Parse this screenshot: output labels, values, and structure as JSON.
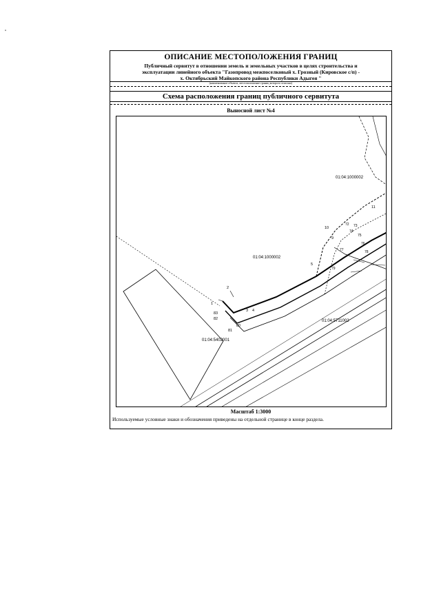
{
  "document": {
    "title": "ОПИСАНИЕ МЕСТОПОЛОЖЕНИЯ ГРАНИЦ",
    "subtitle_line1": "Публичный сервитут в отношении земель и земельных участков в целях строительства и",
    "subtitle_line2": "эксплуатации линейного объекта \"Газопровод межпоселковый х. Грозный (Кировское с/п) -",
    "subtitle_line3": "х. Октябрьский Майкопского района Республики Адыгея \"",
    "object_note": "(наименование объекта, местоположение границ которого описано)",
    "schema_title": "Схема расположения границ публичного сервитута",
    "sheet_label": "Выносной лист №4",
    "scale": "Масштаб 1:3000",
    "legend_note": "Используемые условные знаки и обозначения приведены на отдельной странице в конце раздела."
  },
  "map": {
    "parcels": [
      "01:04:1000002",
      "01:04:1000002",
      "01:04:5711002",
      "01:04:5402001"
    ],
    "points": [
      "1",
      "2",
      "3",
      "4",
      "5",
      "9",
      "10",
      "11",
      "72",
      "73",
      "74",
      "75",
      "76",
      "77",
      "78",
      "79",
      "80",
      "81",
      "82",
      "83"
    ]
  }
}
